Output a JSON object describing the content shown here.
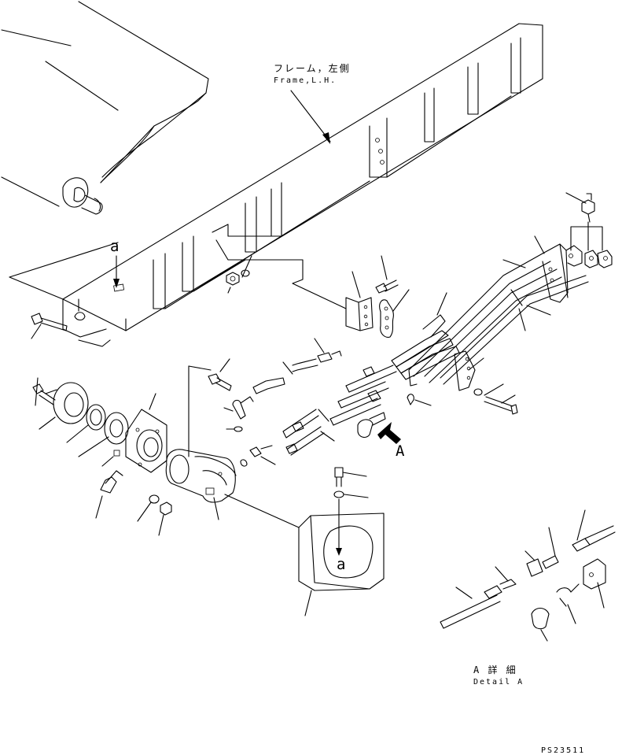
{
  "labels": {
    "frame_jp": "フレーム，左側",
    "frame_en": "Frame,L.H.",
    "ref_a_top": "a",
    "ref_a_tank": "a",
    "view_A": "A",
    "detail_jp": "A 詳 細",
    "detail_en": "Detail A",
    "drawing_no": "PS23511"
  }
}
